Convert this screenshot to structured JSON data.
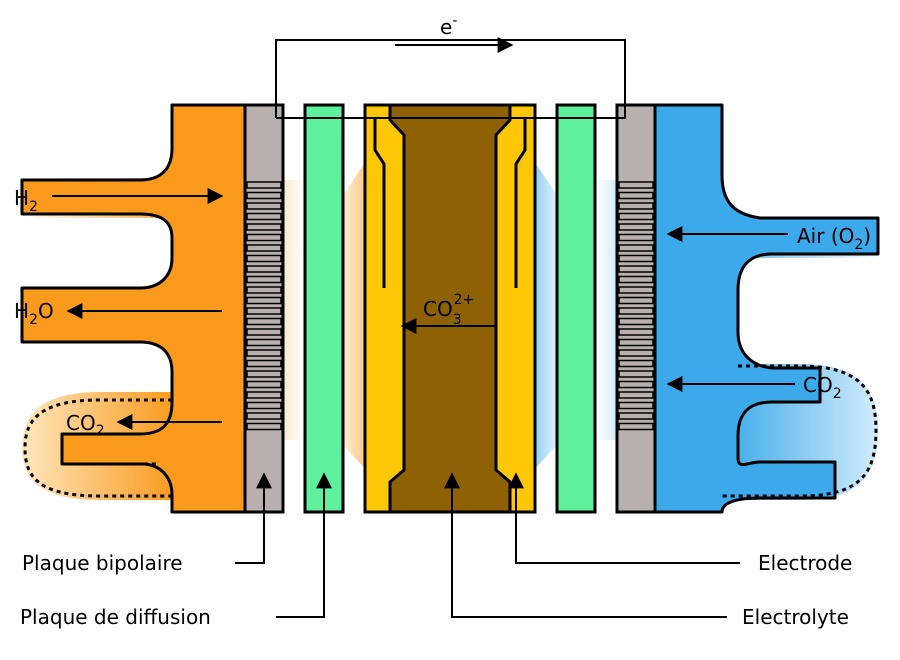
{
  "circuit": {
    "electron": "e",
    "electron_charge": "-"
  },
  "inputs_left": {
    "h2": "H",
    "h2_sub": "2",
    "h2o_a": "H",
    "h2o_sub": "2",
    "h2o_b": "O",
    "co2_left": "CO",
    "co2_left_sub": "2"
  },
  "inputs_right": {
    "air": "Air (O",
    "air_sub": "2",
    "air_close": ")",
    "co2_right": "CO",
    "co2_right_sub": "2"
  },
  "center": {
    "ion": "CO",
    "ion_sub": "3",
    "ion_sup": "2+"
  },
  "labels": {
    "bipolar_plate": "Plaque bipolaire",
    "diffusion_plate": "Plaque de diffusion",
    "electrode": "Electrode",
    "electrolyte": "Electrolyte"
  },
  "colors": {
    "anode": "#f99a1c",
    "cathode": "#3ba9ea",
    "bipolar": "#b7b0ae",
    "diffusion": "#5ef09c",
    "electrode": "#fcc806",
    "electrolyte": "#8d6104"
  }
}
